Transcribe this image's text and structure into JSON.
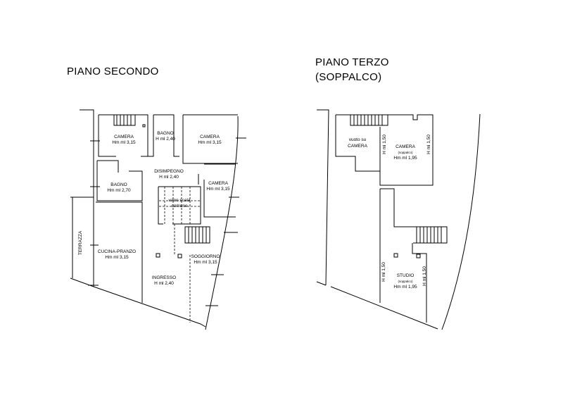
{
  "plans": [
    {
      "title": "PIANO SECONDO",
      "rooms": [
        {
          "name": "CAMERA",
          "height": "Hm ml 3,15"
        },
        {
          "name": "BAGNO",
          "height": "H ml 2,40"
        },
        {
          "name": "CAMERA",
          "height": "Hm ml 3,15"
        },
        {
          "name": "DISIMPEGNO",
          "height": "H ml 2,40"
        },
        {
          "name": "BAGNO",
          "height": "Hm ml 2,70"
        },
        {
          "name": "CAMERA",
          "height": "Hm ml 3,15"
        },
        {
          "name": "vano scala",
          "height": "comune"
        },
        {
          "name": "CUCINA-PRANZO",
          "height": "Hm ml 3,15"
        },
        {
          "name": "SOGGIORNO",
          "height": "Hm ml 3,15"
        },
        {
          "name": "INGRESSO",
          "height": "H ml 2,40"
        },
        {
          "name": "TERRAZZA",
          "height": ""
        }
      ]
    },
    {
      "title_line1": "PIANO TERZO",
      "title_line2": "(SOPPALCO)",
      "rooms": [
        {
          "name_line1": "vuoto su",
          "name_line2": "CAMERA"
        },
        {
          "name": "CAMERA",
          "note": "(soppalco)",
          "height": "Hm ml 1,95"
        },
        {
          "name": "STUDIO",
          "note": "(soppalco)",
          "height": "Hm ml 1,95"
        }
      ],
      "wall_heights": [
        "H ml 1,50",
        "H ml 1,50",
        "H ml 1,50",
        "H ml 1,50"
      ]
    }
  ],
  "colors": {
    "lines": "#000000",
    "background": "#ffffff"
  }
}
